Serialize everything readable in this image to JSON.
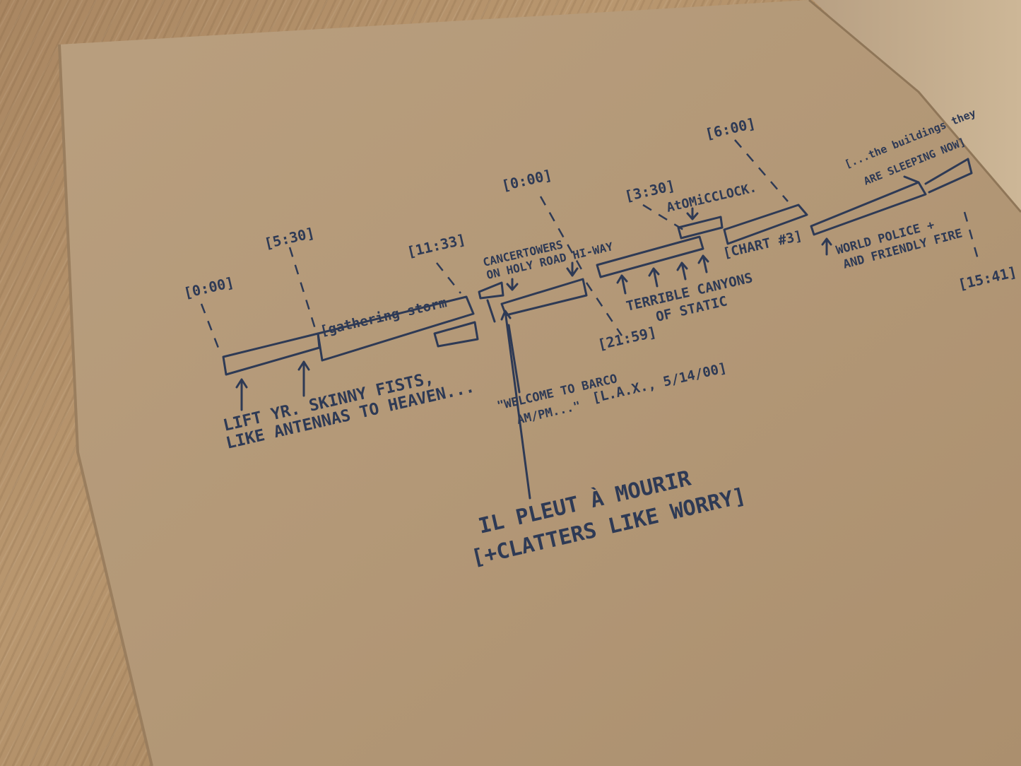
{
  "timestamps": {
    "t1": "[0:00]",
    "t2": "[5:30]",
    "t3": "[11:33]",
    "t4": "[0:00]",
    "t5": "[3:30]",
    "t6": "[6:00]",
    "t7": "[21:59]",
    "t8": "[15:41]"
  },
  "annotations": {
    "gathering_storm": "[gathering storm",
    "cancer_towers_1": "CANCERTOWERS",
    "cancer_towers_2": "ON HOLY ROAD HI-WAY",
    "atomic_clock": "AtOMiCCLOCK.",
    "chart": "[CHART #3]",
    "buildings_1": "[...the buildings they",
    "buildings_2": "ARE SLEEPING NOW]",
    "world_police_1": "WORLD POLICE +",
    "world_police_2": "AND FRIENDLY FIRE",
    "terrible_1": "TERRIBLE CANYONS",
    "terrible_2": "OF STATIC",
    "lift_1": "LIFT YR. SKINNY FISTS,",
    "lift_2": "LIKE ANTENNAS TO HEAVEN...",
    "welcome_1": "\"WELCOME TO BARCO",
    "welcome_2": "AM/PM...\"",
    "lax": "[L.A.X., 5/14/00]",
    "pleut_1": "IL PLEUT À MOURIR",
    "pleut_2": "[+CLATTERS LIKE WORRY]"
  },
  "colors": {
    "ink": "#2e3a55",
    "paper": "#b59a78",
    "wood": "#a98661"
  }
}
